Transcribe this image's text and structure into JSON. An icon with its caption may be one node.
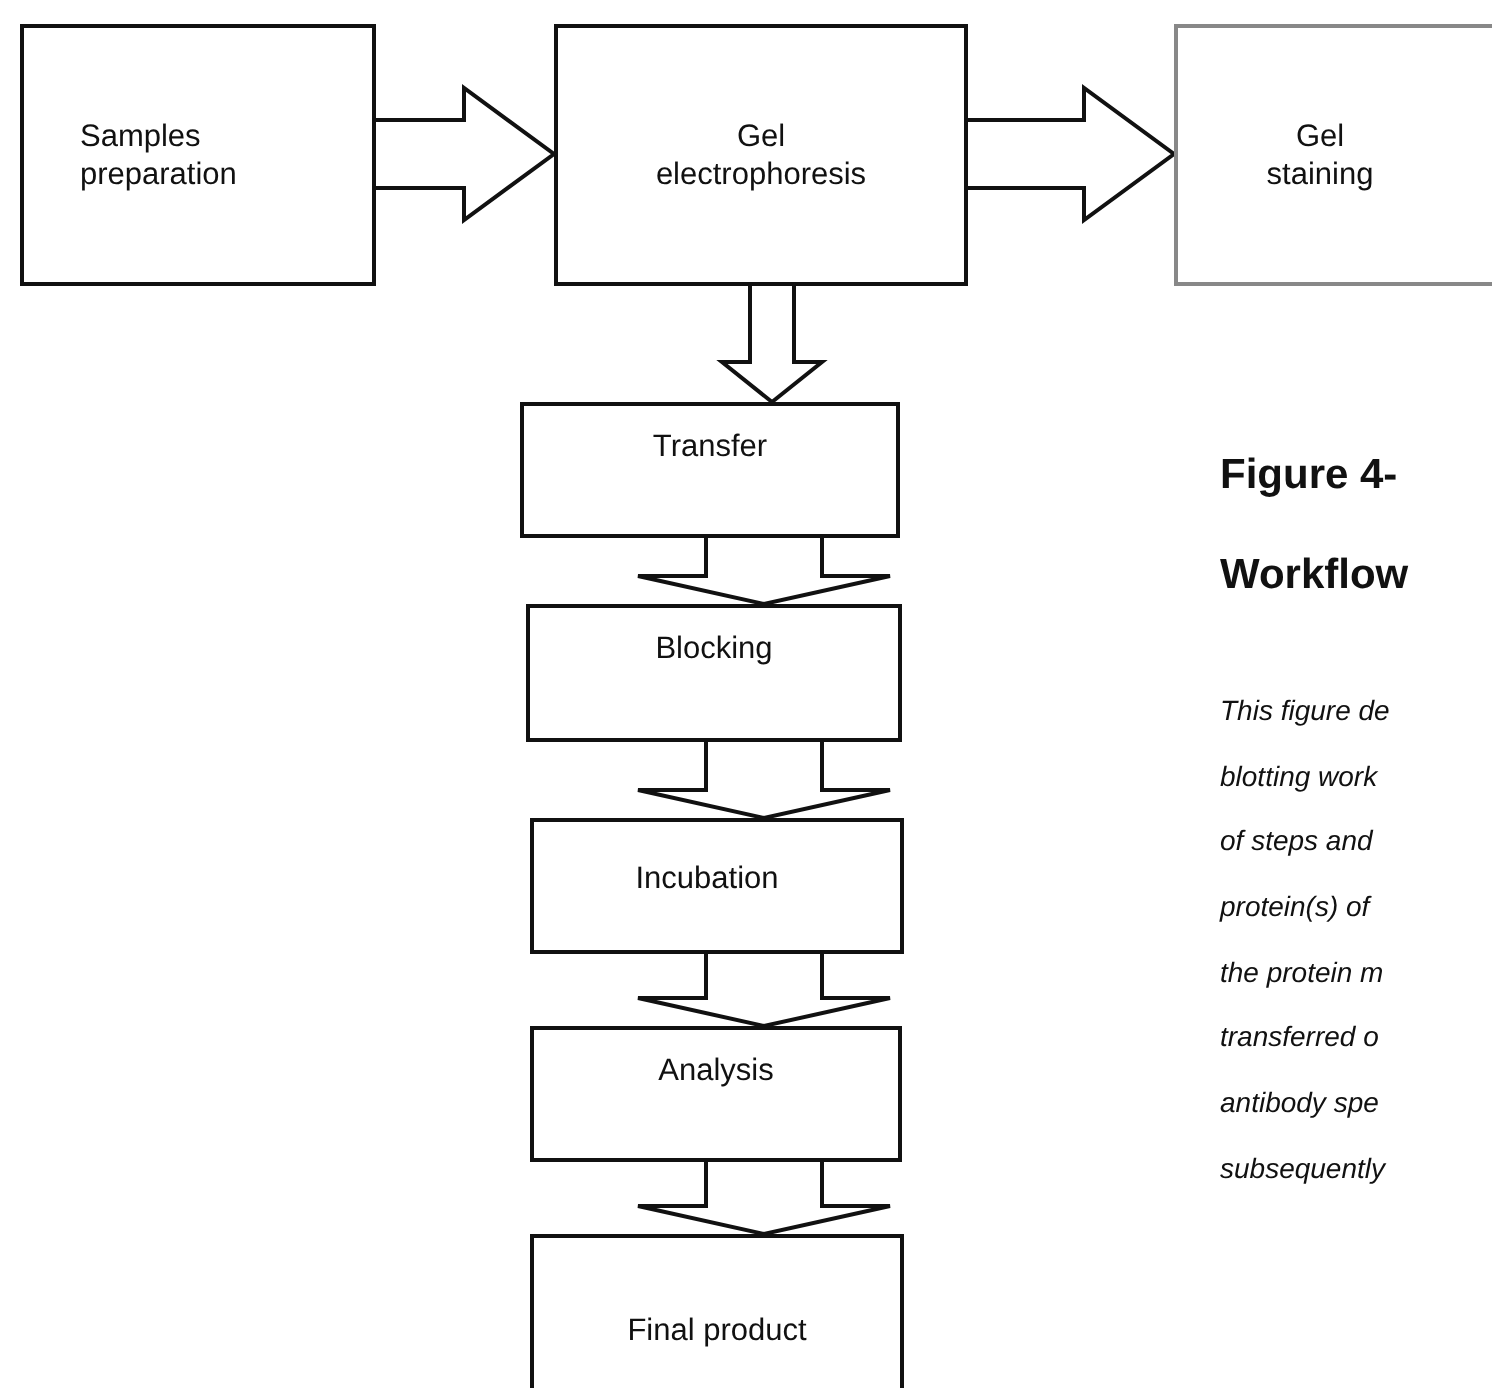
{
  "diagram": {
    "nodes": [
      {
        "text": [
          "Samples preparation"
        ]
      },
      {
        "text": [
          "Gel electrophoresis"
        ]
      },
      {
        "text": [
          "Gel staining"
        ]
      },
      {
        "text": [
          "Transfer"
        ]
      },
      {
        "text": [
          "Blocking"
        ]
      },
      {
        "text": [
          "Incubation"
        ]
      },
      {
        "text": [
          "Analysis"
        ]
      },
      {
        "text": [
          "Final product"
        ]
      }
    ],
    "edges": [
      {
        "from": 0,
        "to": 1,
        "arrow": "to"
      },
      {
        "from": 1,
        "to": 2,
        "arrow": "to"
      },
      {
        "from": 1,
        "to": 3,
        "arrow": "to"
      },
      {
        "from": 3,
        "to": 4,
        "arrow": "to"
      },
      {
        "from": 4,
        "to": 5,
        "arrow": "to"
      },
      {
        "from": 5,
        "to": 6,
        "arrow": "to"
      },
      {
        "from": 6,
        "to": 7,
        "arrow": "to"
      }
    ],
    "labels": [
      "Figure 4-",
      "Workflow",
      "This figure de",
      "blotting work",
      "of steps and",
      "protein(s) of",
      "the protein m",
      "transferred o",
      "antibody spe",
      "subsequently"
    ]
  }
}
